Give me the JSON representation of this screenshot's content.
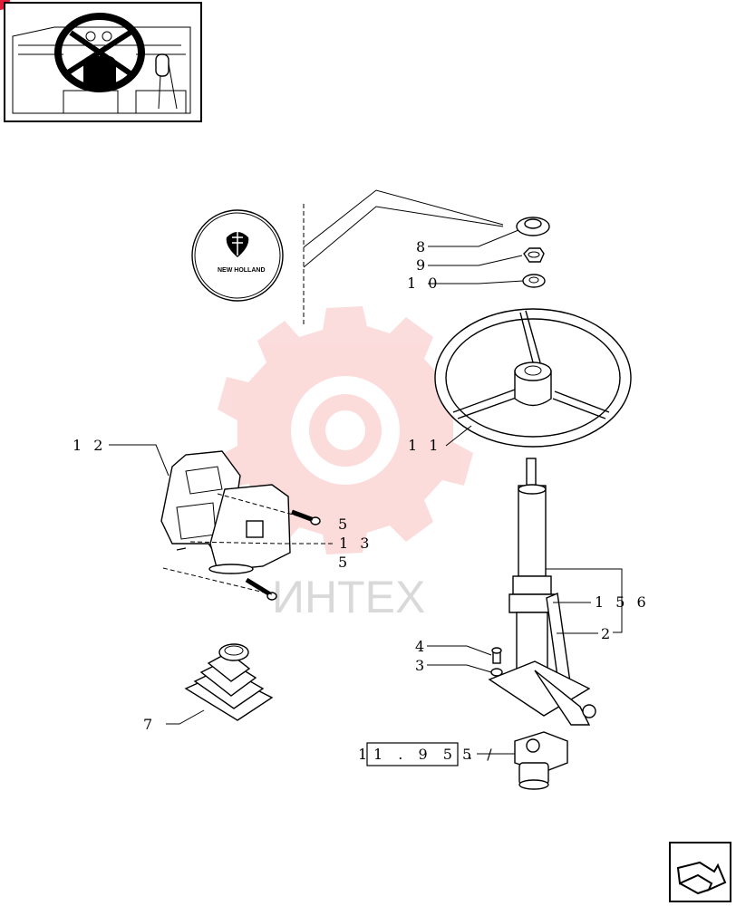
{
  "colors": {
    "watermark": "#f04040",
    "corner_marker": "#e0203a",
    "line": "#000000"
  },
  "logo": {
    "text": "NEW HOLLAND"
  },
  "watermark": {
    "text": "ИНТЕХ"
  },
  "reference": {
    "prefix": "1",
    "boxed": "1 . 9 5 .",
    "suffix": "5 /"
  },
  "callouts": [
    {
      "id": "8",
      "label": "8"
    },
    {
      "id": "9",
      "label": "9"
    },
    {
      "id": "10",
      "label": "1 0"
    },
    {
      "id": "11",
      "label": "1 1"
    },
    {
      "id": "12",
      "label": "1 2"
    },
    {
      "id": "5a",
      "label": "5"
    },
    {
      "id": "13",
      "label": "1 3"
    },
    {
      "id": "5b",
      "label": "5"
    },
    {
      "id": "156",
      "label": "1 5 6"
    },
    {
      "id": "2",
      "label": "2"
    },
    {
      "id": "4",
      "label": "4"
    },
    {
      "id": "3",
      "label": "3"
    },
    {
      "id": "7",
      "label": "7"
    }
  ],
  "icons": [
    "cab-thumbnail-icon",
    "next-page-arrow-icon",
    "new-holland-logo-icon",
    "watermark-gear-icon"
  ]
}
